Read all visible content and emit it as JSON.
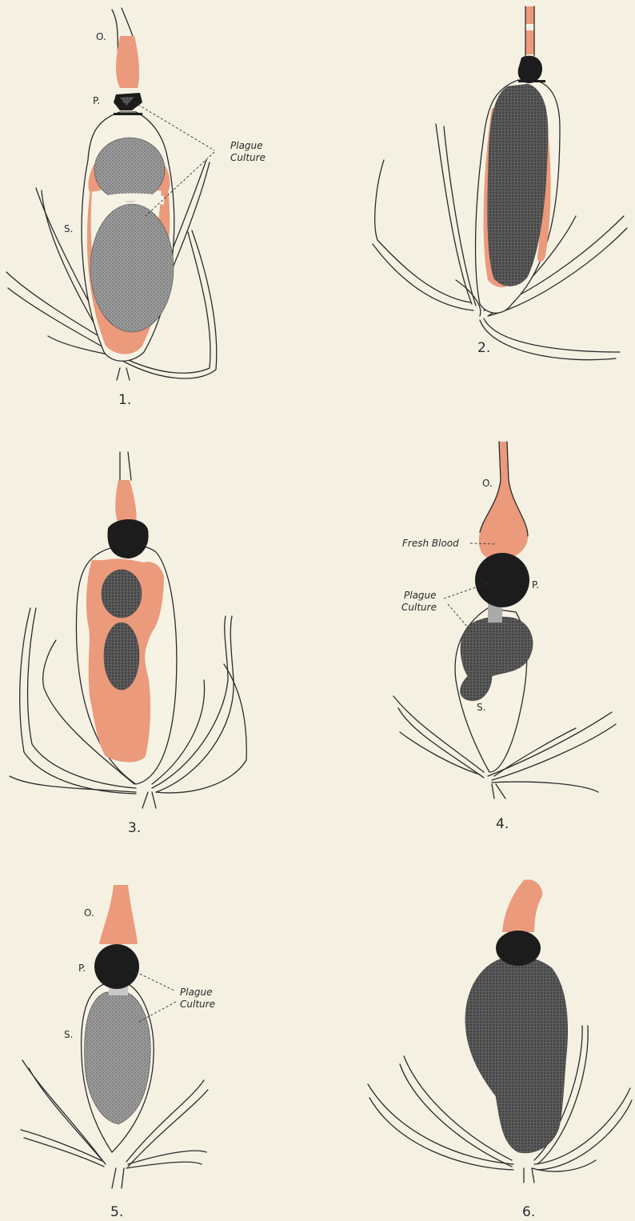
{
  "figures": [
    {
      "number": "1.",
      "labels": {
        "o": "O.",
        "p": "P.",
        "s": "S."
      },
      "annotation": [
        "Plague",
        "Culture"
      ]
    },
    {
      "number": "2."
    },
    {
      "number": "3."
    },
    {
      "number": "4.",
      "labels": {
        "o": "O.",
        "p": "P.",
        "s": "S."
      },
      "annotation_blood": "Fresh Blood",
      "annotation": [
        "Plague",
        "Culture"
      ]
    },
    {
      "number": "5.",
      "labels": {
        "o": "O.",
        "p": "P.",
        "s": "S."
      },
      "annotation": [
        "Plague",
        "Culture"
      ]
    },
    {
      "number": "6."
    }
  ],
  "colors": {
    "background": "#f4f1e3",
    "blood": "#eb9a7c",
    "culture": "#8c8c8c",
    "proventriculus": "#1c1c1c"
  }
}
